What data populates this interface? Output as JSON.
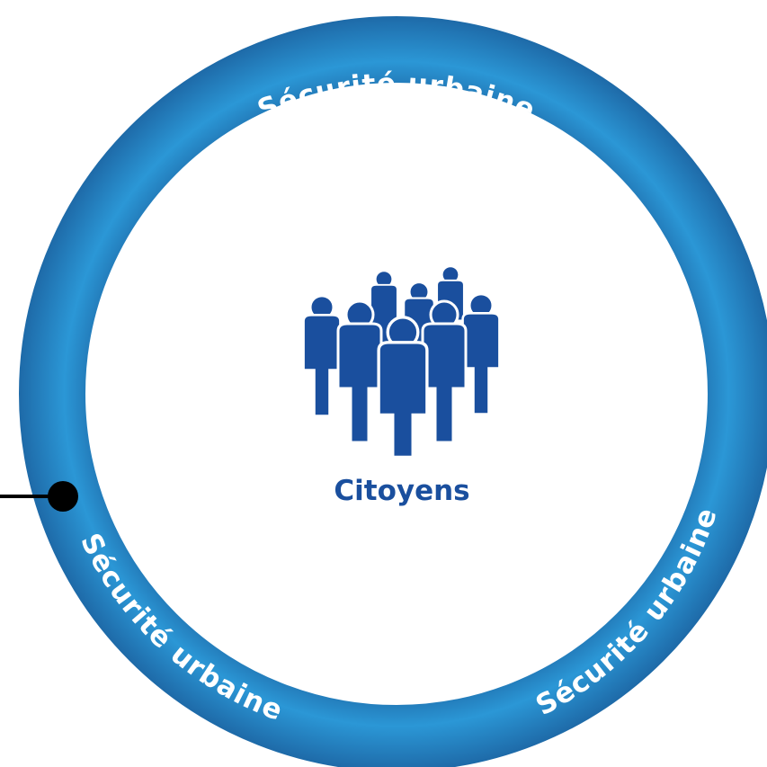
{
  "ring": {
    "labels": [
      "Sécurité urbaine",
      "Sécurité urbaine",
      "Sécurité urbaine"
    ],
    "color_light": "#2a93d3",
    "color_dark": "#1e69a6"
  },
  "center": {
    "label": "Citoyens",
    "icon": "people-group-icon",
    "color": "#1a4f9e"
  },
  "connector": {
    "color": "#000000"
  }
}
